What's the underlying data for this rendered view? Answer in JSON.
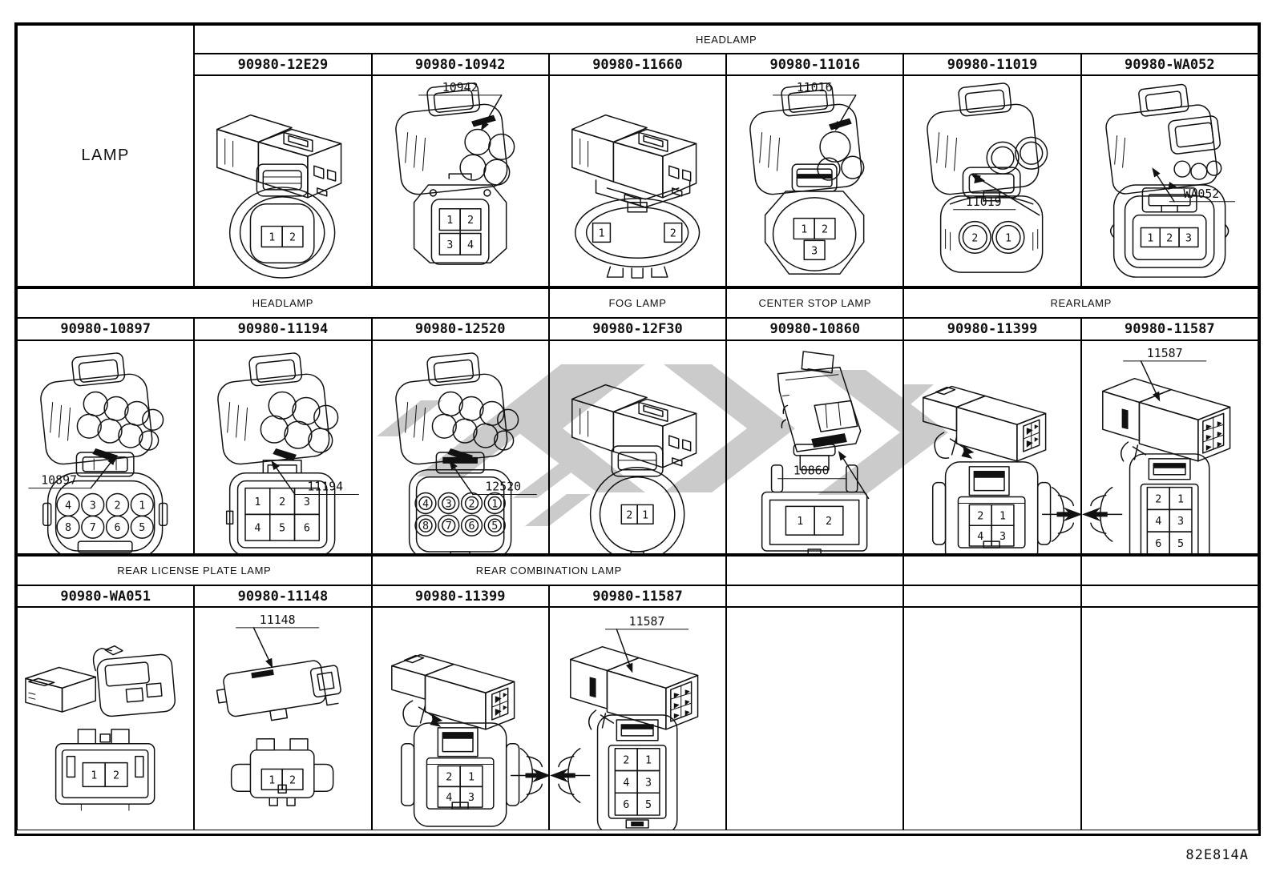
{
  "page": {
    "doc_code": "82E814A",
    "watermark_color": "#cbcbcb"
  },
  "table": {
    "bands": [
      {
        "side_label": "LAMP",
        "headers": [
          {
            "label": "HEADLAMP",
            "span": 6
          }
        ],
        "cells": [
          {
            "part": "90980-12E29",
            "iso": "boxLatch",
            "front": {
              "outline": "oval",
              "pins": "box",
              "rows": [
                [
                  "1",
                  "2"
                ]
              ]
            }
          },
          {
            "part": "90980-10942",
            "callout": {
              "text": "10942",
              "pos": "top"
            },
            "iso": "shell4",
            "front": {
              "outline": "shield",
              "pins": "box",
              "rows": [
                [
                  "1",
                  "2"
                ],
                [
                  "3",
                  "4"
                ]
              ]
            }
          },
          {
            "part": "90980-11660",
            "iso": "boxBracket",
            "front": {
              "outline": "wideOval",
              "pins": "box",
              "rows": [
                [
                  "1",
                  "2"
                ]
              ]
            }
          },
          {
            "part": "90980-11016",
            "callout": {
              "text": "11016",
              "pos": "top"
            },
            "iso": "shell3",
            "front": {
              "outline": "tri3",
              "pins": "box",
              "rows": [
                [
                  "1",
                  "2"
                ],
                [
                  "3"
                ]
              ]
            }
          },
          {
            "part": "90980-11019",
            "callout": {
              "text": "11019",
              "pos": "mid2"
            },
            "iso": "shell2",
            "front": {
              "outline": "circ2",
              "pins": "circle",
              "rows": [
                [
                  "2",
                  "1"
                ]
              ]
            }
          },
          {
            "part": "90980-WA052",
            "callout": {
              "text": "WA052",
              "pos": "midR"
            },
            "iso": "shell3w",
            "front": {
              "outline": "rect3",
              "pins": "box",
              "rows": [
                [
                  "1",
                  "2",
                  "3"
                ]
              ]
            }
          }
        ]
      },
      {
        "headers": [
          {
            "label": "HEADLAMP",
            "span": 3
          },
          {
            "label": "FOG LAMP",
            "span": 1
          },
          {
            "label": "CENTER STOP LAMP",
            "span": 1
          },
          {
            "label": "REARLAMP",
            "span": 2
          }
        ],
        "cells": [
          {
            "part": "90980-10897",
            "callout": {
              "text": "10897",
              "pos": "botL"
            },
            "iso": "cluster8",
            "front": {
              "outline": "circle8",
              "pins": "circle",
              "rows": [
                [
                  "4",
                  "3",
                  "2",
                  "1"
                ],
                [
                  "8",
                  "7",
                  "6",
                  "5"
                ]
              ]
            }
          },
          {
            "part": "90980-11194",
            "callout": {
              "text": "11194",
              "pos": "botR"
            },
            "iso": "cluster6",
            "front": {
              "outline": "rect6",
              "pins": "box",
              "rows": [
                [
                  "1",
                  "2",
                  "3"
                ],
                [
                  "4",
                  "5",
                  "6"
                ]
              ]
            }
          },
          {
            "part": "90980-12520",
            "callout": {
              "text": "12520",
              "pos": "botR"
            },
            "iso": "cluster8",
            "front": {
              "outline": "circle8b",
              "pins": "circle",
              "rows": [
                [
                  "4",
                  "3",
                  "2",
                  "1"
                ],
                [
                  "8",
                  "7",
                  "6",
                  "5"
                ]
              ]
            }
          },
          {
            "part": "90980-12F30",
            "iso": "boxLatch",
            "front": {
              "outline": "round2f",
              "pins": "box",
              "rows": [
                [
                  "2",
                  "1"
                ]
              ]
            }
          },
          {
            "part": "90980-10860",
            "callout": {
              "text": "10860",
              "pos": "mid"
            },
            "iso": "wedge",
            "front": {
              "outline": "wide2",
              "pins": "box",
              "rows": [
                [
                  "1",
                  "2"
                ]
              ]
            }
          },
          {
            "part": "90980-11399",
            "iso": "male4",
            "front": {
              "outline": "male4f",
              "pins": "box",
              "rows": [
                [
                  "2",
                  "1"
                ],
                [
                  "4",
                  "3"
                ]
              ],
              "clip": "right"
            }
          },
          {
            "part": "90980-11587",
            "callout": {
              "text": "11587",
              "pos": "topL"
            },
            "iso": "male6",
            "front": {
              "outline": "male6f",
              "pins": "box",
              "rows": [
                [
                  "2",
                  "1"
                ],
                [
                  "4",
                  "3"
                ],
                [
                  "6",
                  "5"
                ]
              ],
              "clip": "left"
            }
          }
        ]
      },
      {
        "headers": [
          {
            "label": "REAR LICENSE PLATE LAMP",
            "span": 2
          },
          {
            "label": "REAR COMBINATION LAMP",
            "span": 2
          },
          {
            "label": "",
            "span": 1
          },
          {
            "label": "",
            "span": 1
          },
          {
            "label": "",
            "span": 1
          }
        ],
        "cells": [
          {
            "part": "90980-WA051",
            "iso": "pairAsm",
            "front": {
              "outline": "wa051f",
              "pins": "box",
              "rows": [
                [
                  "1",
                  "2"
                ]
              ]
            }
          },
          {
            "part": "90980-11148",
            "callout": {
              "text": "11148",
              "pos": "topL"
            },
            "iso": "wing11148",
            "front": {
              "outline": "wing2",
              "pins": "box",
              "rows": [
                [
                  "1",
                  "2"
                ]
              ]
            }
          },
          {
            "part": "90980-11399",
            "iso": "male4",
            "front": {
              "outline": "male4f",
              "pins": "box",
              "rows": [
                [
                  "2",
                  "1"
                ],
                [
                  "4",
                  "3"
                ]
              ],
              "clip": "right"
            }
          },
          {
            "part": "90980-11587",
            "callout": {
              "text": "11587",
              "pos": "topD"
            },
            "iso": "male6",
            "front": {
              "outline": "male6f",
              "pins": "box",
              "rows": [
                [
                  "2",
                  "1"
                ],
                [
                  "4",
                  "3"
                ],
                [
                  "6",
                  "5"
                ]
              ],
              "clip": "left"
            }
          },
          {},
          {},
          {}
        ]
      }
    ]
  }
}
